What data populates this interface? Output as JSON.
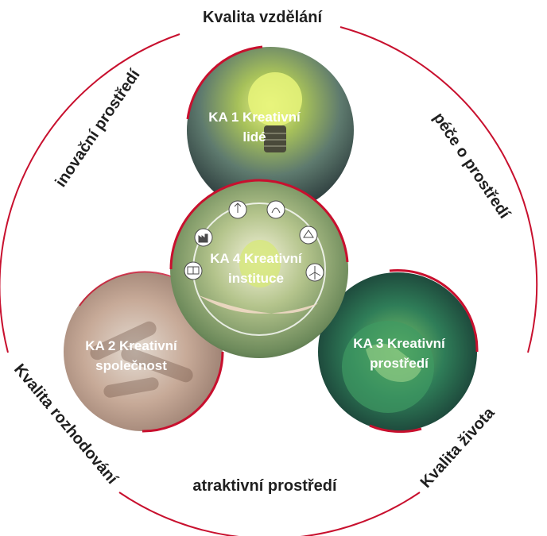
{
  "outer": {
    "top": "Kvalita vzdělání",
    "upper_left": "inovační prostředí",
    "upper_right": "péče o prostředí",
    "lower_left": "Kvalita rozhodování",
    "bottom": "atraktivní prostředí",
    "lower_right": "Kvalita života"
  },
  "circles": {
    "ka1": {
      "line1": "KA 1 Kreativní",
      "line2": "lidé"
    },
    "ka4": {
      "line1": "KA 4 Kreativní",
      "line2": "instituce"
    },
    "ka2": {
      "line1": "KA 2 Kreativní",
      "line2": "společnost"
    },
    "ka3": {
      "line1": "KA 3 Kreativní",
      "line2": "prostředí"
    }
  },
  "colors": {
    "accent_red": "#c8102e",
    "label_dark": "#1f1f1f",
    "label_light": "#ffffff"
  },
  "icons": [
    "lightbulb-icon",
    "solar-panel-icon",
    "factory-icon",
    "plant-bulb-icon",
    "recycle-icon",
    "wind-turbine-icon",
    "globe-icon",
    "hands-icon"
  ]
}
